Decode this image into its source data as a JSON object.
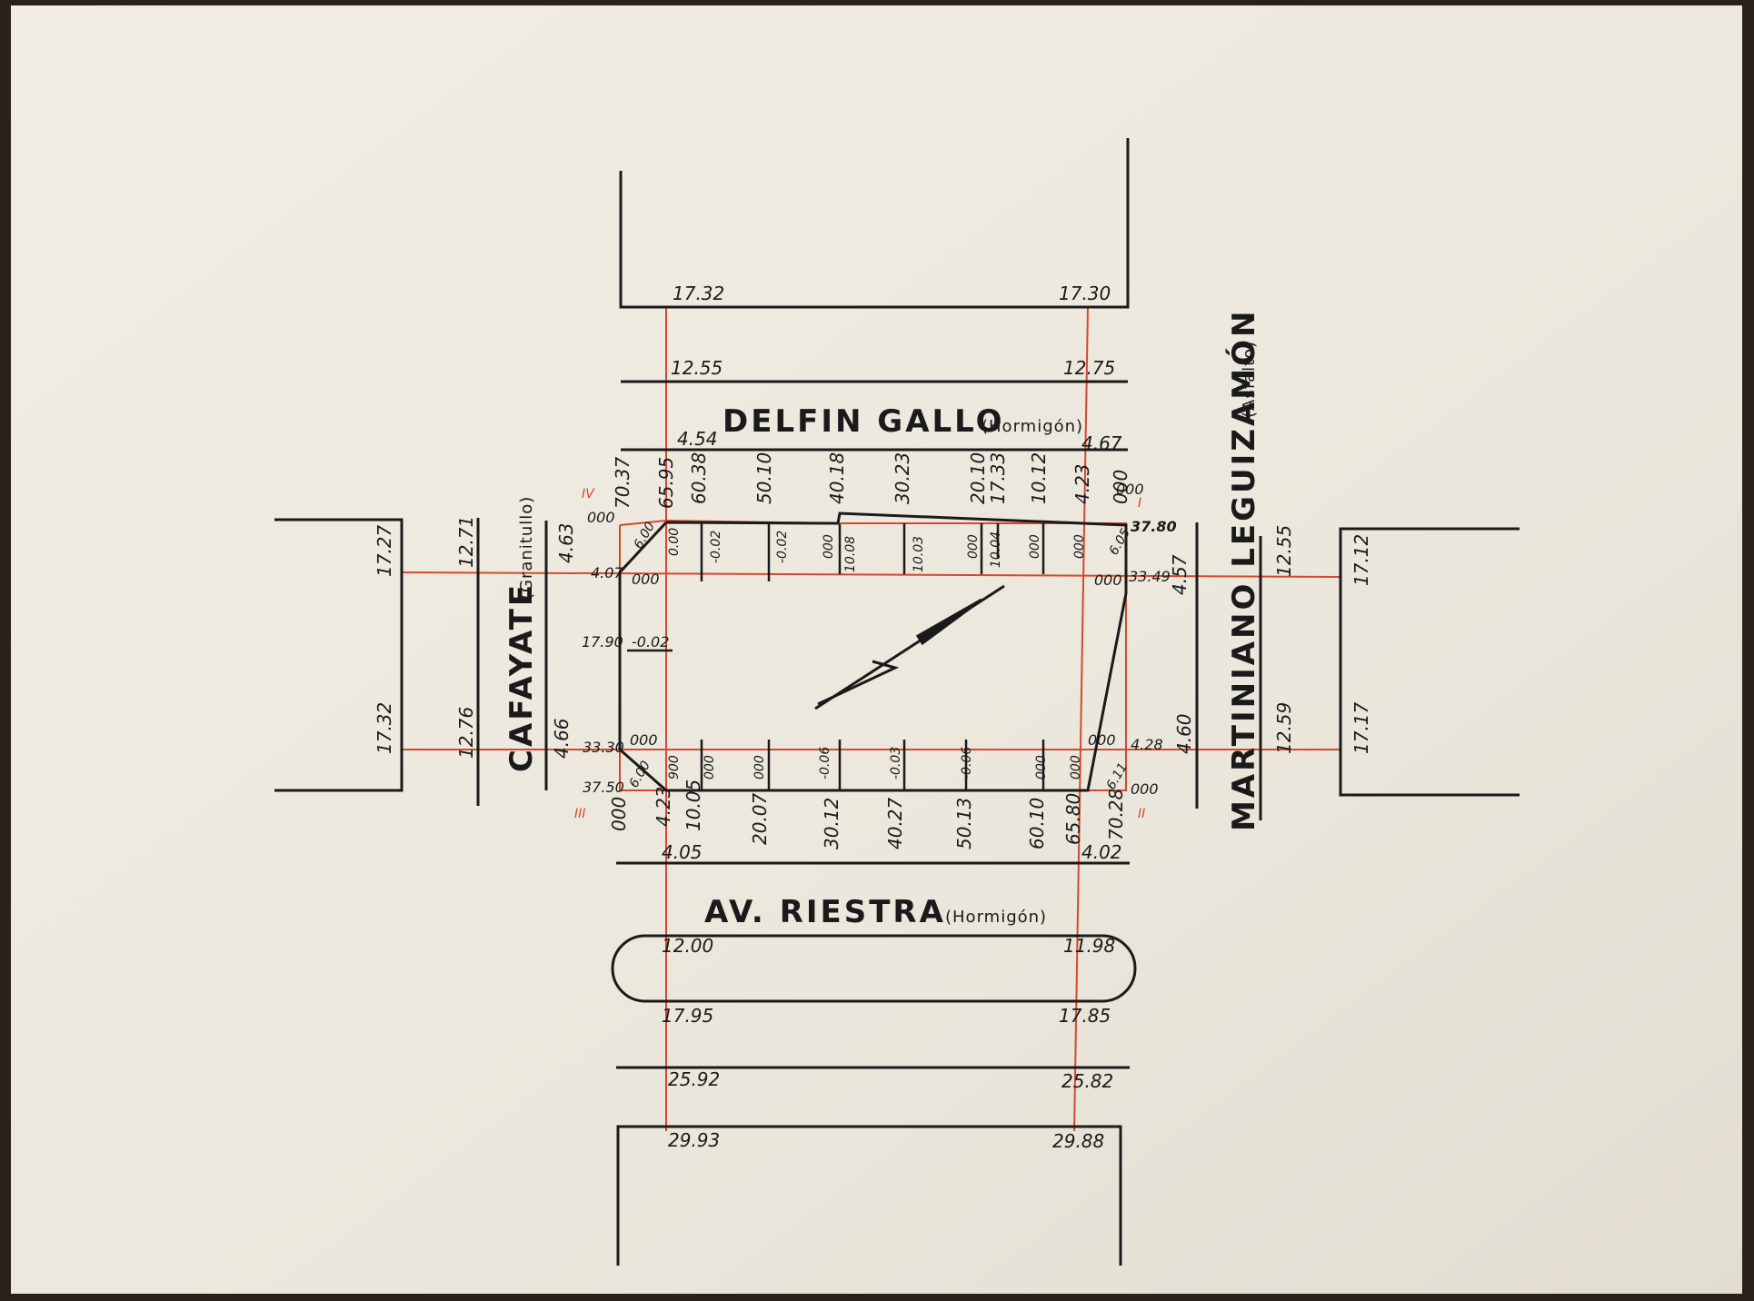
{
  "streets": {
    "north": {
      "name": "DELFIN GALLO",
      "material": "(Hormigón)"
    },
    "south": {
      "name": "AV.   RIESTRA",
      "material": "(Hormigón)"
    },
    "west": {
      "name": "CAFAYATE",
      "material": "(Granitullo)"
    },
    "east": {
      "name": "MARTINIANO LEGUIZAMÓN",
      "material": "(Asfalto)"
    }
  },
  "corners": [
    "I",
    "II",
    "III",
    "IV"
  ],
  "dist_north": {
    "w": [
      "17.32",
      "12.55",
      "4.54"
    ],
    "e": [
      "17.30",
      "12.75",
      "4.67"
    ]
  },
  "dist_south": {
    "w": [
      "4.05",
      "12.00",
      "17.95",
      "25.92",
      "29.93"
    ],
    "e": [
      "4.02",
      "11.98",
      "17.85",
      "25.82",
      "29.88"
    ]
  },
  "dist_west": {
    "n": [
      "17.27",
      "12.71",
      "4.63"
    ],
    "s": [
      "17.32",
      "12.76",
      "4.66"
    ]
  },
  "dist_east": {
    "n": [
      "4.57",
      "12.55",
      "17.12"
    ],
    "s": [
      "4.60",
      "12.59",
      "17.17"
    ]
  },
  "top_chain": [
    "70.37",
    "65.95",
    "60.38",
    "50.10",
    "40.18",
    "30.23",
    "20.10",
    "17.33",
    "10.12",
    "4.23",
    "000"
  ],
  "top_offsets": [
    "6.00",
    "0.00",
    "-0.02",
    "-0.02",
    "000",
    "10.08",
    "10.03",
    "000",
    "10.04",
    "000",
    "000",
    "6.05"
  ],
  "bottom_chain": [
    "000",
    "4.23",
    "10.05",
    "20.07",
    "30.12",
    "40.27",
    "50.13",
    "60.10",
    "65.80",
    "70.28"
  ],
  "bottom_offsets": [
    "6.00",
    "900",
    "000",
    "000",
    "-0.06",
    "-0.03",
    "-0.06",
    "000",
    "000",
    "6.11"
  ],
  "west_chain": [
    "000",
    "4.07",
    "000",
    "17.90",
    "-0.02",
    "33.30",
    "000",
    "37.50"
  ],
  "east_chain": [
    "000",
    "37.80",
    "33.49",
    "000",
    "4.28",
    "000",
    "000"
  ]
}
